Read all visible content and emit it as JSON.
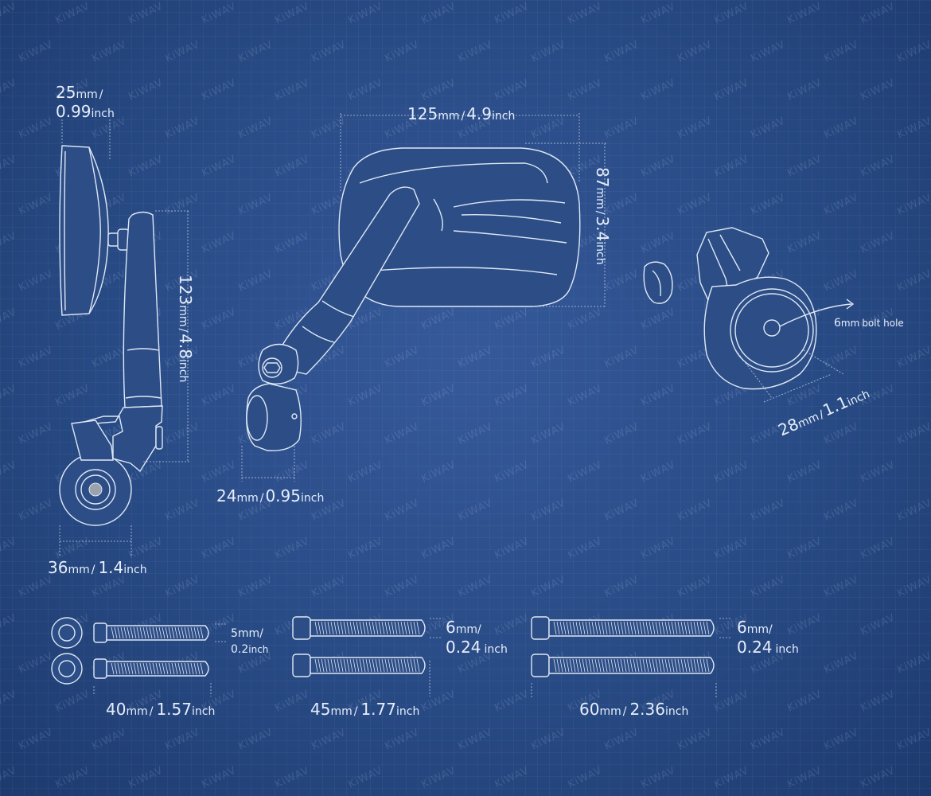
{
  "watermark": "KiWAV",
  "dimensions": {
    "mirror_depth": {
      "value": "25",
      "unit_mm": "mm",
      "sep": "/",
      "value_in": "0.99",
      "unit_in": "inch"
    },
    "mirror_width": {
      "value": "125",
      "unit_mm": "mm",
      "sep": "/",
      "value_in": "4.9",
      "unit_in": "inch"
    },
    "mirror_height": {
      "value": "87",
      "unit_mm": "mm",
      "sep": "/",
      "value_in": "3.4",
      "unit_in": "inch"
    },
    "arm_length": {
      "value": "123",
      "unit_mm": "mm",
      "sep": "/",
      "value_in": "4.8",
      "unit_in": "inch"
    },
    "pivot_width": {
      "value": "24",
      "unit_mm": "mm",
      "sep": "/",
      "value_in": "0.95",
      "unit_in": "inch"
    },
    "clamp_width": {
      "value": "36",
      "unit_mm": "mm",
      "sep": "/",
      "value_in": "1.4",
      "unit_in": "inch"
    },
    "clamp_bore": {
      "value": "28",
      "unit_mm": "mm",
      "sep": "/",
      "value_in": "1.1",
      "unit_in": "inch"
    },
    "bolt_hole": {
      "value": "6",
      "unit_mm": "mm",
      "label": "bolt hole"
    }
  },
  "bolts": [
    {
      "length_mm": "40",
      "length_in": "1.57",
      "dia_mm": "5",
      "dia_in": "0.2",
      "unit_mm": "mm",
      "unit_in": "inch",
      "sep": "/"
    },
    {
      "length_mm": "45",
      "length_in": "1.77",
      "dia_mm": "6",
      "dia_in": "0.24",
      "unit_mm": "mm",
      "unit_in": "inch",
      "sep": "/"
    },
    {
      "length_mm": "60",
      "length_in": "2.36",
      "dia_mm": "6",
      "dia_in": "0.24",
      "unit_mm": "mm",
      "unit_in": "inch",
      "sep": "/"
    }
  ],
  "colors": {
    "background": "#2a4a80",
    "line": "#dfe8f5"
  }
}
